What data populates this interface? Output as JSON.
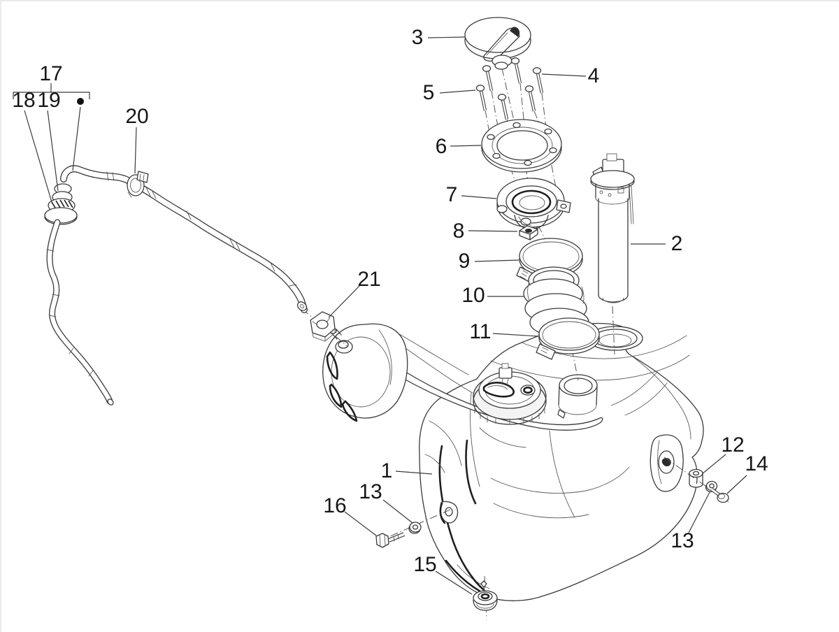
{
  "page": {
    "background_color": "#ffffff",
    "frame_border_color": "#e9e9e9"
  },
  "diagram": {
    "kind": "exploded-parts-diagram",
    "description": "Exploded technical line drawing of a fuel tank assembly with numbered callouts",
    "line_color": "#3a3a3a",
    "callout_color": "#161616",
    "axis_line_style": "dash-dot",
    "marker_dot_icon": "filled-circle",
    "callouts": {
      "part1": "1",
      "part2": "2",
      "part3": "3",
      "part4": "4",
      "part5": "5",
      "part6": "6",
      "part7": "7",
      "part8": "8",
      "part9": "9",
      "part10": "10",
      "part11": "11",
      "part12": "12",
      "part13_left": "13",
      "part13_right": "13",
      "part14": "14",
      "part15": "15",
      "part16": "16",
      "part17": "17",
      "part18": "18",
      "part19": "19",
      "part20": "20",
      "part21": "21"
    }
  }
}
